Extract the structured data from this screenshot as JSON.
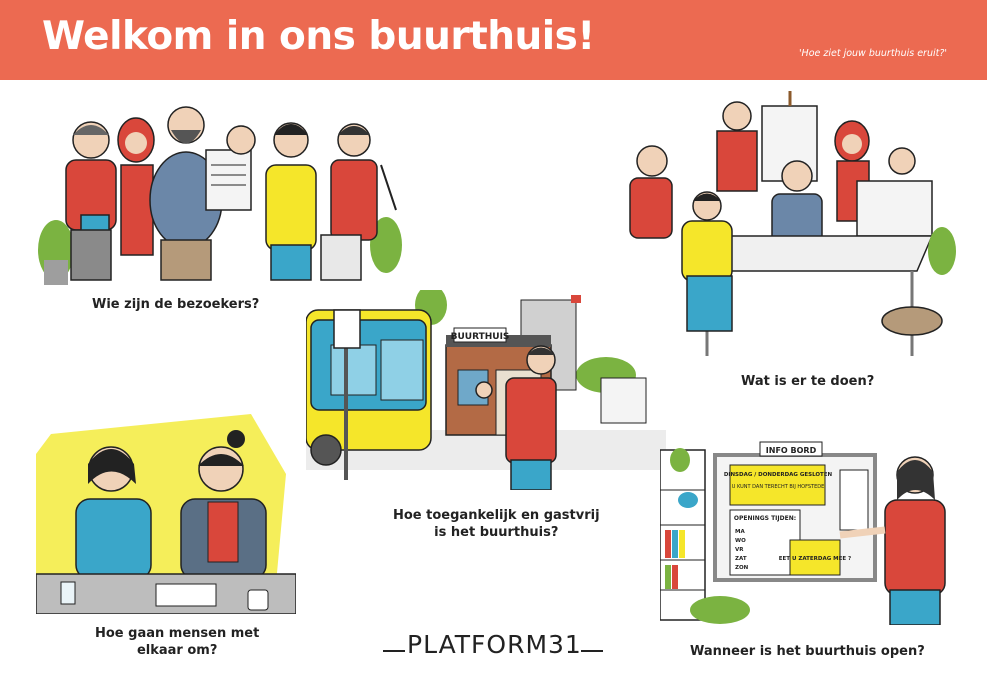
{
  "header": {
    "title": "Welkom in ons buurthuis!",
    "tagline": "'Hoe ziet jouw buurthuis eruit?'"
  },
  "scenes": {
    "visitors": {
      "caption": "Wie zijn de bezoekers?"
    },
    "activities": {
      "caption": "Wat is er te doen?"
    },
    "access": {
      "caption_line1": "Hoe toegankelijk en gastvrij",
      "caption_line2": "is het buurthuis?",
      "building_sign": "BUURTHUIS"
    },
    "interaction": {
      "caption_line1": "Hoe gaan mensen met",
      "caption_line2": "elkaar om?"
    },
    "opening": {
      "caption": "Wanneer is het buurthuis open?",
      "board_title": "INFO BORD",
      "notice_1": "DINSDAG / DONDERDAG GESLOTEN",
      "notice_2": "U KUNT DAN TERECHT BIJ HOFSTEDE",
      "hours_title": "OPENINGS TIJDEN:",
      "days": [
        "MA",
        "WO",
        "VR",
        "ZAT",
        "ZON"
      ],
      "notice_3": "EET U ZATERDAG MEE ?"
    }
  },
  "logo": {
    "text": "PLATFORM31"
  },
  "colors": {
    "header": "#ec6a51",
    "accent_red": "#d9473b",
    "accent_yellow": "#f5e62a",
    "accent_blue": "#3aa6c9"
  }
}
